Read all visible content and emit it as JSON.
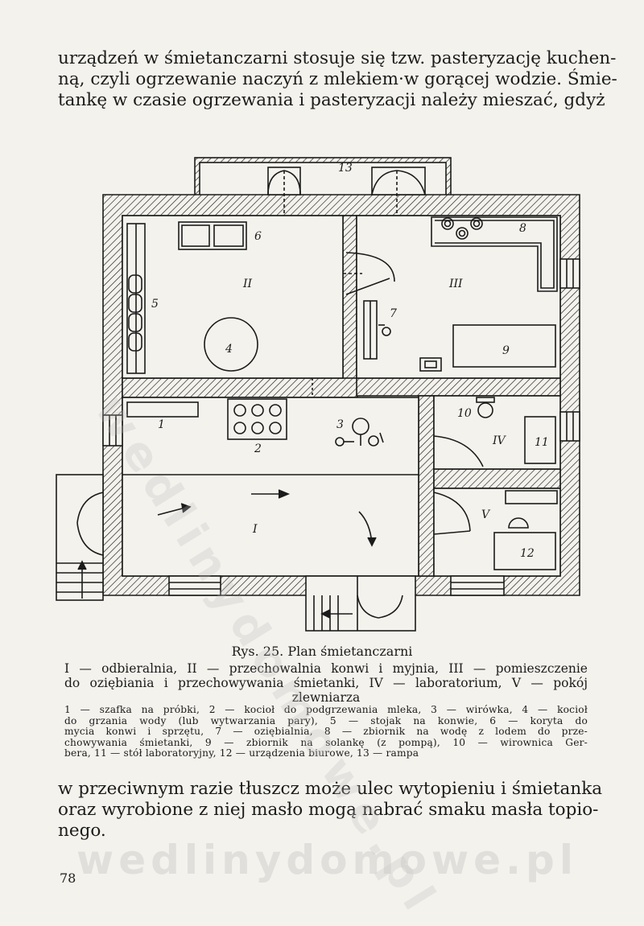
{
  "page": {
    "top_lines": [
      "urządzeń w śmietanczarni stosuje się tzw. pasteryzację kuchen-",
      "ną, czyli ogrzewanie naczyń z mlekiem·w gorącej wodzie. Śmie-",
      "tankę w czasie ogrzewania i pasteryzacji należy mieszać, gdyż"
    ],
    "bottom_lines": [
      "w przeciwnym razie tłuszcz może ulec wytopieniu i śmietanka",
      "oraz wyrobione z niej masło mogą nabrać smaku masła topio-",
      "nego."
    ],
    "page_number": "78",
    "watermark": "wedlinydomowe.pl"
  },
  "figure": {
    "title": "Rys. 25. Plan śmietanczarni",
    "rooms_caption_lines": [
      "I — odbieralnia, II — przechowalnia konwi i myjnia, III — pomieszczenie",
      "do oziębiania i przechowywania śmietanki, IV — laboratorium, V — pokój",
      "zlewniarza"
    ],
    "legend_lines": [
      "1 — szafka na próbki, 2 — kocioł do podgrzewania mleka, 3 — wirówka, 4 — kocioł",
      "do grzania wody (lub wytwarzania pary), 5 — stojak na konwie, 6 — koryta do",
      "mycia konwi i sprzętu, 7 — oziębialnia, 8 — zbiornik na wodę z lodem do prze-",
      "chowywania śmietanki, 9 — zbiornik na solankę (z pompą), 10 — wirownica Ger-",
      "bera, 11 — stół laboratoryjny, 12 — urządzenia biurowe, 13 — rampa"
    ],
    "plan_labels": {
      "room_I": "I",
      "room_II": "II",
      "room_III": "III",
      "room_IV": "IV",
      "room_V": "V",
      "n1": "1",
      "n2": "2",
      "n3": "3",
      "n4": "4",
      "n5": "5",
      "n6": "6",
      "n7": "7",
      "n8": "8",
      "n9": "9",
      "n10": "10",
      "n11": "11",
      "n12": "12",
      "n13": "13"
    }
  }
}
